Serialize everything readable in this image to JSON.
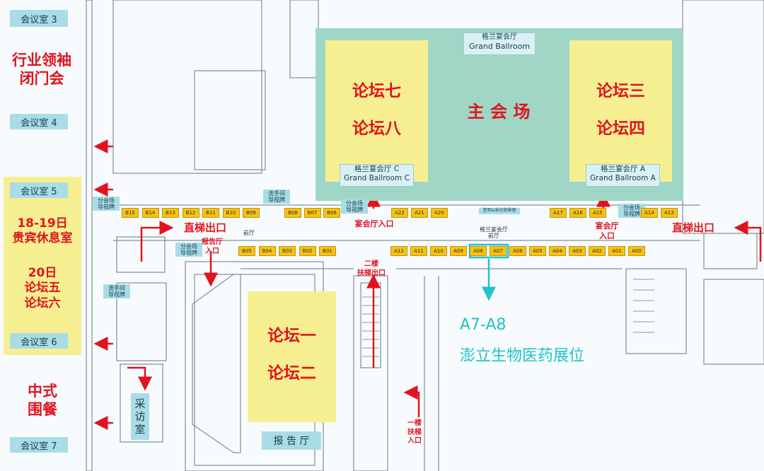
{
  "rooms_left": {
    "room3": "会议室 3",
    "industry_leaders": "行业领袖\n闭门会",
    "room4": "会议室 4",
    "room5": "会议室 5",
    "vip_1819": "18-19日\n贵宾休息室",
    "forum_56": "20日\n论坛五\n论坛六",
    "room6": "会议室 6",
    "chinese_dinner": "中式\n围餐",
    "room7": "会议室 7"
  },
  "ballroom": {
    "main_title_cn": "格兰宴会厅",
    "main_title_en": "Grand Ballroom",
    "main_venue": "主 会 场",
    "forum_78": "论坛七\n\n论坛八",
    "forum_34": "论坛三\n\n论坛四",
    "c_label": "格兰宴会厅 C\nGrand Ballroom C",
    "a_label": "格兰宴会厅 A\nGrand Ballroom A"
  },
  "hall": {
    "forum_12": "论坛一\n\n论坛二",
    "report_hall": "报 告 厅",
    "interview_room": "采\n访\n室"
  },
  "labels": {
    "elevator_exit_left": "直梯出口",
    "elevator_exit_right": "直梯出口",
    "banquet_entry_left": "宴会厅入口",
    "banquet_entry_right": "宴会厅\n入口",
    "report_entry": "报告厅\n入口",
    "escalator_2f": "二楼\n扶梯出口",
    "escalator_1f": "一楼\n扶梯\n入口",
    "foyer": "前厅",
    "ballroom_foyer": "格兰宴会厅\n前厅",
    "signin": "签到&采访背景墙",
    "subvenue_screen_1": "分会场\n导视牌",
    "subvenue_screen_2": "分会场\n导视牌",
    "subvenue_screen_3": "分会场\n导视牌",
    "subvenue_screen_4": "分会场\n导视牌",
    "washroom_sign_1": "洗手间\n导视牌",
    "washroom_sign_2": "洗手间\n导视牌",
    "booth_callout_title": "A7-A8",
    "booth_callout_name": "澎立生物医药展位"
  },
  "booths": {
    "row_b_top": [
      "B15",
      "B14",
      "B13",
      "B12",
      "B11",
      "B10",
      "B09"
    ],
    "row_b_top2": [
      "B08",
      "B07",
      "B06"
    ],
    "row_b_bottom": [
      "B05",
      "B04",
      "B03",
      "B02",
      "B01"
    ],
    "row_a_top_mid": [
      "A22",
      "A21",
      "A20"
    ],
    "row_a_top_right": [
      "A17",
      "A16",
      "A15"
    ],
    "row_a_top_far": [
      "A14",
      "A13"
    ],
    "row_a_bottom": [
      "A12",
      "A11",
      "A10",
      "A09",
      "A08",
      "A07",
      "A06",
      "A05",
      "A04",
      "A03",
      "A02",
      "A01",
      "A00"
    ]
  },
  "colors": {
    "red_text": "#e0141f",
    "label_blue": "#a8dde6",
    "ballroom_green": "#9fd6c6",
    "forum_yellow": "#f6ef92",
    "booth_orange": "#f5c21a",
    "highlight_cyan": "#1fc3c8"
  }
}
